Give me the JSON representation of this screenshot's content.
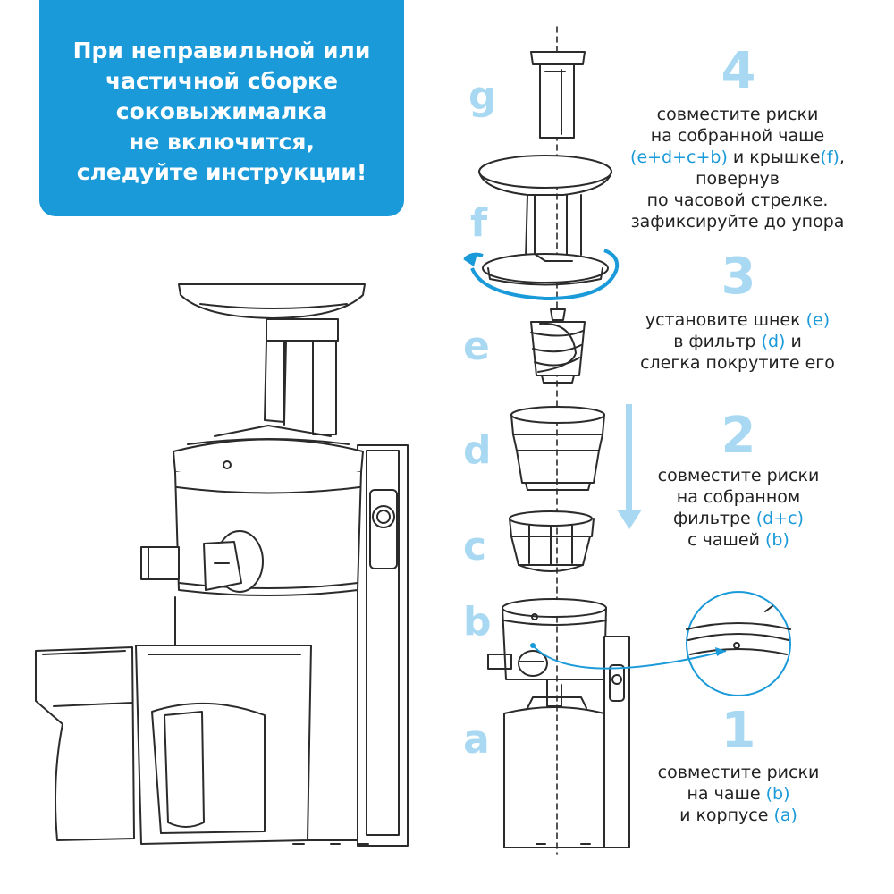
{
  "banner": {
    "lines": [
      "При неправильной или",
      "частичной сборке",
      "соковыжималка",
      "не включится,",
      "следуйте инструкции!"
    ]
  },
  "parts": {
    "g": "g",
    "f": "f",
    "e": "e",
    "d": "d",
    "c": "c",
    "b": "b",
    "a": "a"
  },
  "steps": {
    "step4": {
      "number": "4",
      "line1": "совместите риски",
      "line2": "на собранной чаше",
      "line3_hl1": "(e+d+c+b)",
      "line3_mid": " и крышке",
      "line3_hl2": "(f)",
      "line3_end": ",",
      "line4": "повернув",
      "line5": "по часовой стрелке.",
      "line6": "зафиксируйте до упора"
    },
    "step3": {
      "number": "3",
      "line1_text": "установите шнек ",
      "line1_hl": "(e)",
      "line2_text": "в фильтр ",
      "line2_hl": "(d)",
      "line2_end": " и",
      "line3": "слегка покрутите его"
    },
    "step2": {
      "number": "2",
      "line1": "совместите риски",
      "line2": "на собранном",
      "line3_text": "фильтре ",
      "line3_hl": "(d+c)",
      "line4_text": "с чашей ",
      "line4_hl": "(b)"
    },
    "step1": {
      "number": "1",
      "line1": "совместите риски",
      "line2_text": "на чаше ",
      "line2_hl": "(b)",
      "line3_text": "и корпусе ",
      "line3_hl": "(a)"
    }
  },
  "colors": {
    "accent": "#1a9ad9",
    "letters": "#a9d9f2",
    "line": "#2b2b2b"
  }
}
